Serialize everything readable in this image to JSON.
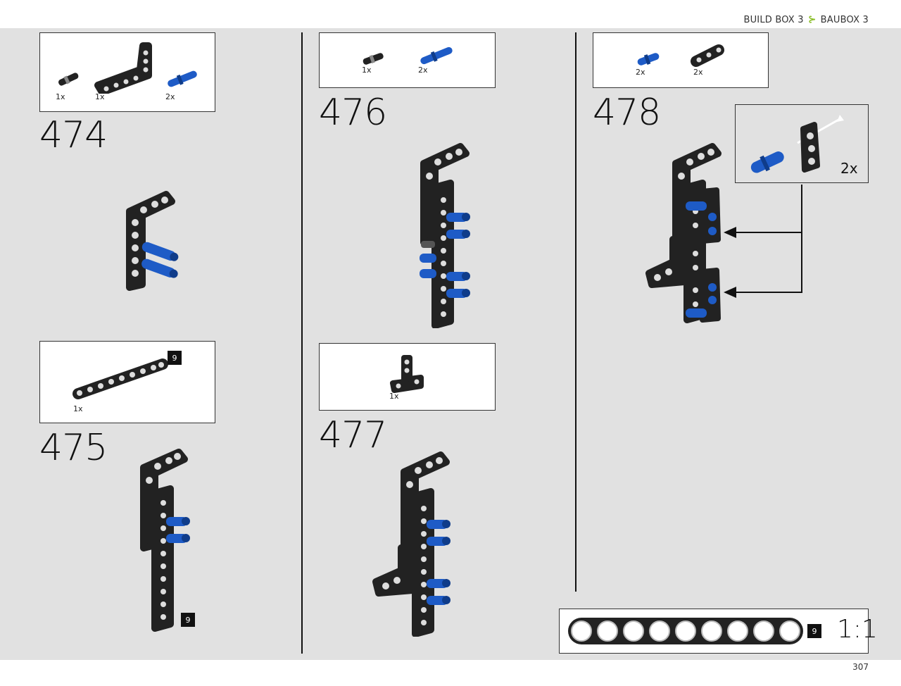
{
  "header": {
    "breadcrumb_left": "BUILD BOX 3",
    "breadcrumb_right": "BAUBOX 3",
    "separator_icon": "chevron-branch-icon"
  },
  "colors": {
    "accent": "#8bbf2a",
    "pin_blue": "#1e5bc6",
    "beam_black": "#222222",
    "background": "#e1e1e1"
  },
  "steps": {
    "s474": {
      "number": "474",
      "parts": [
        {
          "qty": "1x",
          "icon": "axle-pin-icon"
        },
        {
          "qty": "1x",
          "icon": "angled-beam-icon"
        },
        {
          "qty": "2x",
          "icon": "blue-pin-icon"
        }
      ]
    },
    "s475": {
      "number": "475",
      "parts": [
        {
          "qty": "1x",
          "icon": "straight-beam-icon"
        }
      ],
      "length_badge": "9",
      "model_badge": "9"
    },
    "s476": {
      "number": "476",
      "parts": [
        {
          "qty": "1x",
          "icon": "axle-pin-icon"
        },
        {
          "qty": "2x",
          "icon": "blue-axle-pin-icon"
        }
      ]
    },
    "s477": {
      "number": "477",
      "parts": [
        {
          "qty": "1x",
          "icon": "t-beam-icon"
        }
      ]
    },
    "s478": {
      "number": "478",
      "parts": [
        {
          "qty": "2x",
          "icon": "blue-pin-icon"
        },
        {
          "qty": "2x",
          "icon": "connector-beam-icon"
        }
      ],
      "callout_qty": "2x"
    }
  },
  "scale": {
    "length_badge": "9",
    "label": "1:1"
  },
  "footer": {
    "page_number": "307"
  }
}
